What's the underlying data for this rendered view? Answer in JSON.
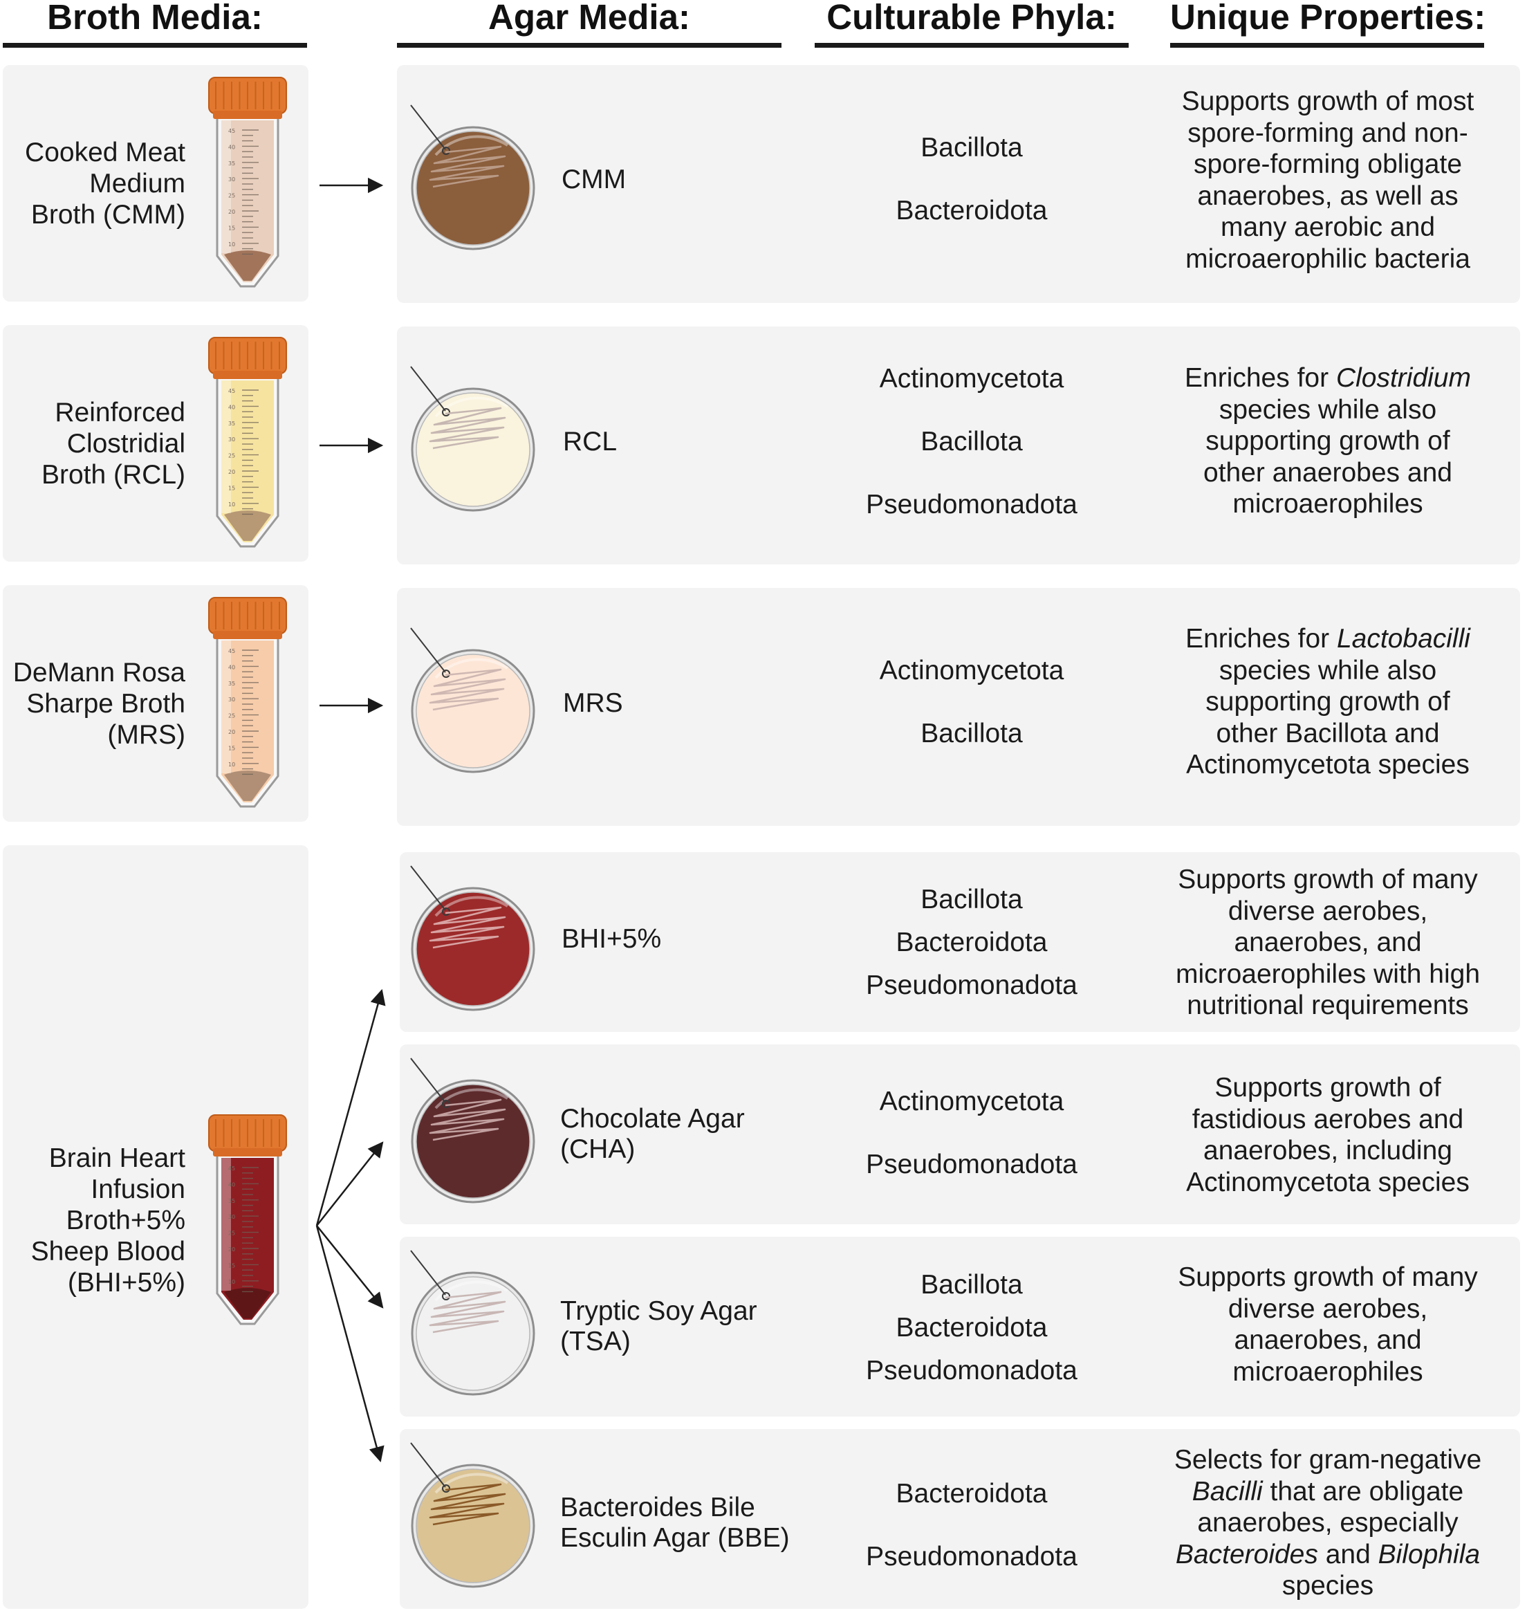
{
  "headers": {
    "broth": "Broth Media:",
    "agar": "Agar Media:",
    "phyla": "Culturable Phyla:",
    "properties": "Unique Properties:"
  },
  "tube_scale": [
    "45",
    "40",
    "35",
    "30",
    "25",
    "20",
    "15",
    "10"
  ],
  "broths": [
    {
      "id": "cmm",
      "lines": [
        "Cooked Meat",
        "Medium",
        "Broth (CMM)"
      ],
      "color": "#e9cfbd",
      "sediment": "#9a6a50"
    },
    {
      "id": "rcl",
      "lines": [
        "Reinforced",
        "Clostridial",
        "Broth (RCL)"
      ],
      "color": "#f6e3a0",
      "sediment": "#b09070"
    },
    {
      "id": "mrs",
      "lines": [
        "DeMann Rosa",
        "Sharpe Broth",
        "(MRS)"
      ],
      "color": "#f6ccaa",
      "sediment": "#a88870"
    },
    {
      "id": "bhi",
      "lines": [
        "Brain Heart",
        "Infusion",
        "Broth+5%",
        "Sheep Blood",
        "(BHI+5%)"
      ],
      "color": "#8e1d22",
      "sediment": "#5a1616"
    }
  ],
  "agars": [
    {
      "id": "cmm",
      "label_lines": [
        "CMM"
      ],
      "plate_color": "#8b5e3c",
      "streak_color": "#b99a86",
      "phyla": [
        "Bacillota",
        "Bacteroidota"
      ],
      "properties": [
        [
          "Supports growth of most"
        ],
        [
          "spore-forming and non-"
        ],
        [
          "spore-forming obligate"
        ],
        [
          "anaerobes, as well as"
        ],
        [
          "many aerobic and"
        ],
        [
          "microaerophilic bacteria"
        ]
      ]
    },
    {
      "id": "rcl",
      "label_lines": [
        "RCL"
      ],
      "plate_color": "#faf3dd",
      "streak_color": "#c6b7b2",
      "phyla": [
        "Actinomycetota",
        "Bacillota",
        "Pseudomonadota"
      ],
      "properties": [
        [
          "Enriches for ",
          "Clostridium"
        ],
        [
          "species while also"
        ],
        [
          "supporting growth of"
        ],
        [
          "other anaerobes and"
        ],
        [
          "microaerophiles"
        ]
      ]
    },
    {
      "id": "mrs",
      "label_lines": [
        "MRS"
      ],
      "plate_color": "#fde6d6",
      "streak_color": "#cfb8b2",
      "phyla": [
        "Actinomycetota",
        "Bacillota"
      ],
      "properties": [
        [
          "Enriches for ",
          "Lactobacilli"
        ],
        [
          "species while also"
        ],
        [
          "supporting growth of"
        ],
        [
          "other Bacillota and"
        ],
        [
          "Actinomycetota species"
        ]
      ]
    },
    {
      "id": "bhi",
      "label_lines": [
        "BHI+5%"
      ],
      "plate_color": "#9c2a2a",
      "streak_color": "#d9a3a3",
      "phyla": [
        "Bacillota",
        "Bacteroidota",
        "Pseudomonadota"
      ],
      "properties": [
        [
          "Supports growth of many"
        ],
        [
          "diverse aerobes,"
        ],
        [
          "anaerobes, and"
        ],
        [
          "microaerophiles with high"
        ],
        [
          "nutritional requirements"
        ]
      ]
    },
    {
      "id": "cha",
      "label_lines": [
        "Chocolate Agar",
        "(CHA)"
      ],
      "plate_color": "#5e2b2d",
      "streak_color": "#c2a0a0",
      "phyla": [
        "Actinomycetota",
        "Pseudomonadota"
      ],
      "properties": [
        [
          "Supports growth of"
        ],
        [
          "fastidious aerobes and"
        ],
        [
          "anaerobes, including"
        ],
        [
          "Actinomycetota species"
        ]
      ]
    },
    {
      "id": "tsa",
      "label_lines": [
        "Tryptic Soy Agar",
        "(TSA)"
      ],
      "plate_color": "#f1f1f1",
      "streak_color": "#c8b7b5",
      "phyla": [
        "Bacillota",
        "Bacteroidota",
        "Pseudomonadota"
      ],
      "properties": [
        [
          "Supports growth of many"
        ],
        [
          "diverse aerobes,"
        ],
        [
          "anaerobes, and"
        ],
        [
          "microaerophiles"
        ]
      ]
    },
    {
      "id": "bbe",
      "label_lines": [
        "Bacteroides Bile",
        "Esculin Agar (BBE)"
      ],
      "plate_color": "#dbc394",
      "streak_color": "#8a5a28",
      "phyla": [
        "Bacteroidota",
        "Pseudomonadota"
      ],
      "properties": [
        [
          "Selects for gram-negative"
        ],
        [
          "",
          "Bacilli",
          " that are obligate"
        ],
        [
          "anaerobes, especially"
        ],
        [
          "",
          "Bacteroides",
          " and ",
          "Bilophila"
        ],
        [
          "species"
        ]
      ]
    }
  ]
}
